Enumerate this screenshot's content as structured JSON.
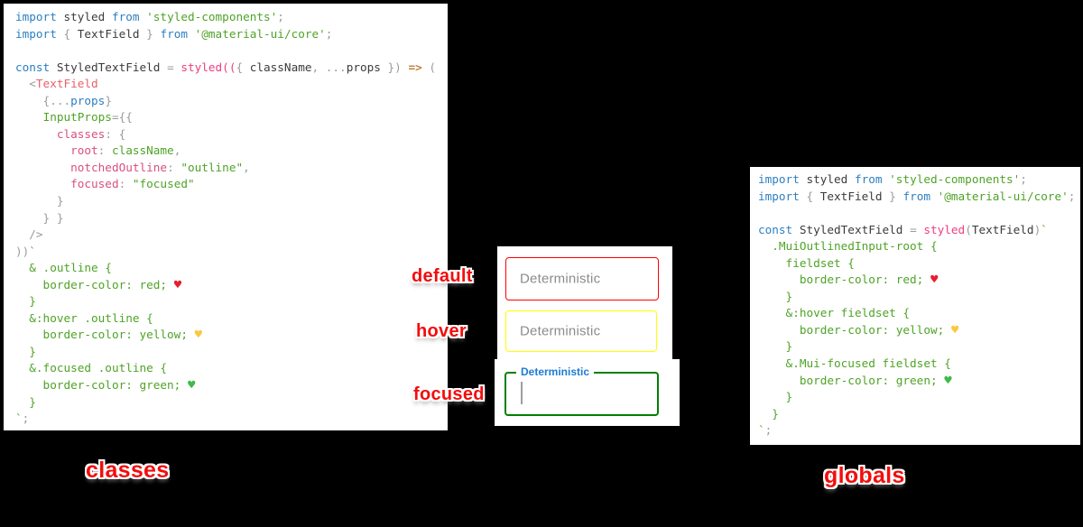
{
  "colors": {
    "kw": "#2d7fc1",
    "plain": "#3b3b3b",
    "punct": "#9b9b9b",
    "str": "#4fa327",
    "green": "#4fa327",
    "fn": "#ef3d7f",
    "tag": "#e8606b",
    "prop": "#d94f82",
    "arrow": "#c07f3c",
    "hr": "#e81c2e",
    "hy": "#f8c93e",
    "hg": "#3eba48",
    "label_red": "#f30d0d",
    "mui_blue": "#1c7cd6",
    "placeholder": "#8c8c8c",
    "border_default": "#ff0000",
    "border_hover": "#ffff00",
    "border_focused": "#008000"
  },
  "labels": {
    "default": "default",
    "hover": "hover",
    "focused": "focused",
    "classes": "classes",
    "globals": "globals"
  },
  "textfields": {
    "default": {
      "placeholder": "Deterministic",
      "border_color": "red"
    },
    "hover": {
      "placeholder": "Deterministic",
      "border_color": "yellow"
    },
    "focused": {
      "label": "Deterministic",
      "border_color": "green"
    }
  },
  "code_blocks": {
    "classes_example": {
      "lines": [
        [
          [
            "kw",
            "import"
          ],
          [
            "plain",
            " styled "
          ],
          [
            "kw",
            "from"
          ],
          [
            "str",
            " 'styled-components'"
          ],
          [
            "punct",
            ";"
          ]
        ],
        [
          [
            "kw",
            "import"
          ],
          [
            "punct",
            " { "
          ],
          [
            "plain",
            "TextField"
          ],
          [
            "punct",
            " } "
          ],
          [
            "kw",
            "from"
          ],
          [
            "str",
            " '@material-ui/core'"
          ],
          [
            "punct",
            ";"
          ]
        ],
        [],
        [
          [
            "kw",
            "const"
          ],
          [
            "plain",
            " StyledTextField "
          ],
          [
            "punct",
            "= "
          ],
          [
            "fn",
            "styled(("
          ],
          [
            "punct",
            "{ "
          ],
          [
            "plain",
            "className"
          ],
          [
            "punct",
            ", ..."
          ],
          [
            "plain",
            "props"
          ],
          [
            "punct",
            " }) "
          ],
          [
            "arrow",
            "=>"
          ],
          [
            "punct",
            " ("
          ]
        ],
        [
          [
            "punct",
            "  <"
          ],
          [
            "tag",
            "TextField"
          ]
        ],
        [
          [
            "punct",
            "    {..."
          ],
          [
            "kw",
            "props"
          ],
          [
            "punct",
            "}"
          ]
        ],
        [
          [
            "plain",
            "    "
          ],
          [
            "green",
            "InputProps"
          ],
          [
            "punct",
            "={{"
          ]
        ],
        [
          [
            "plain",
            "      "
          ],
          [
            "prop",
            "classes"
          ],
          [
            "punct",
            ": {"
          ]
        ],
        [
          [
            "plain",
            "        "
          ],
          [
            "prop",
            "root"
          ],
          [
            "punct",
            ": "
          ],
          [
            "green",
            "className"
          ],
          [
            "punct",
            ","
          ]
        ],
        [
          [
            "plain",
            "        "
          ],
          [
            "prop",
            "notchedOutline"
          ],
          [
            "punct",
            ": "
          ],
          [
            "str",
            "\"outline\""
          ],
          [
            "punct",
            ","
          ]
        ],
        [
          [
            "plain",
            "        "
          ],
          [
            "prop",
            "focused"
          ],
          [
            "punct",
            ": "
          ],
          [
            "str",
            "\"focused\""
          ]
        ],
        [
          [
            "punct",
            "      }"
          ]
        ],
        [
          [
            "punct",
            "    } }"
          ]
        ],
        [
          [
            "punct",
            "  />"
          ]
        ],
        [
          [
            "punct",
            "))"
          ],
          [
            "green",
            "`"
          ]
        ],
        [
          [
            "green",
            "  & .outline {"
          ]
        ],
        [
          [
            "green",
            "    border-color: red; "
          ],
          [
            "hr",
            "♥"
          ]
        ],
        [
          [
            "green",
            "  }"
          ]
        ],
        [
          [
            "green",
            "  &:hover .outline {"
          ]
        ],
        [
          [
            "green",
            "    border-color: yellow; "
          ],
          [
            "hy",
            "♥"
          ]
        ],
        [
          [
            "green",
            "  }"
          ]
        ],
        [
          [
            "green",
            "  &.focused .outline {"
          ]
        ],
        [
          [
            "green",
            "    border-color: green; "
          ],
          [
            "hg",
            "♥"
          ]
        ],
        [
          [
            "green",
            "  }"
          ]
        ],
        [
          [
            "green",
            "`"
          ],
          [
            "punct",
            ";"
          ]
        ]
      ]
    },
    "globals_example": {
      "lines": [
        [
          [
            "kw",
            "import"
          ],
          [
            "plain",
            " styled "
          ],
          [
            "kw",
            "from"
          ],
          [
            "str",
            " 'styled-components'"
          ],
          [
            "punct",
            ";"
          ]
        ],
        [
          [
            "kw",
            "import"
          ],
          [
            "punct",
            " { "
          ],
          [
            "plain",
            "TextField"
          ],
          [
            "punct",
            " } "
          ],
          [
            "kw",
            "from"
          ],
          [
            "str",
            " '@material-ui/core'"
          ],
          [
            "punct",
            ";"
          ]
        ],
        [],
        [
          [
            "kw",
            "const"
          ],
          [
            "plain",
            " StyledTextField "
          ],
          [
            "punct",
            "= "
          ],
          [
            "fn",
            "styled"
          ],
          [
            "punct",
            "("
          ],
          [
            "plain",
            "TextField"
          ],
          [
            "punct",
            ")"
          ],
          [
            "green",
            "`"
          ]
        ],
        [
          [
            "green",
            "  .MuiOutlinedInput-root {"
          ]
        ],
        [
          [
            "green",
            "    fieldset {"
          ]
        ],
        [
          [
            "green",
            "      border-color: red; "
          ],
          [
            "hr",
            "♥"
          ]
        ],
        [
          [
            "green",
            "    }"
          ]
        ],
        [
          [
            "green",
            "    &:hover fieldset {"
          ]
        ],
        [
          [
            "green",
            "      border-color: yellow; "
          ],
          [
            "hy",
            "♥"
          ]
        ],
        [
          [
            "green",
            "    }"
          ]
        ],
        [
          [
            "green",
            "    &.Mui-focused fieldset {"
          ]
        ],
        [
          [
            "green",
            "      border-color: green; "
          ],
          [
            "hg",
            "♥"
          ]
        ],
        [
          [
            "green",
            "    }"
          ]
        ],
        [
          [
            "green",
            "  }"
          ]
        ],
        [
          [
            "green",
            "`"
          ],
          [
            "punct",
            ";"
          ]
        ]
      ]
    }
  }
}
